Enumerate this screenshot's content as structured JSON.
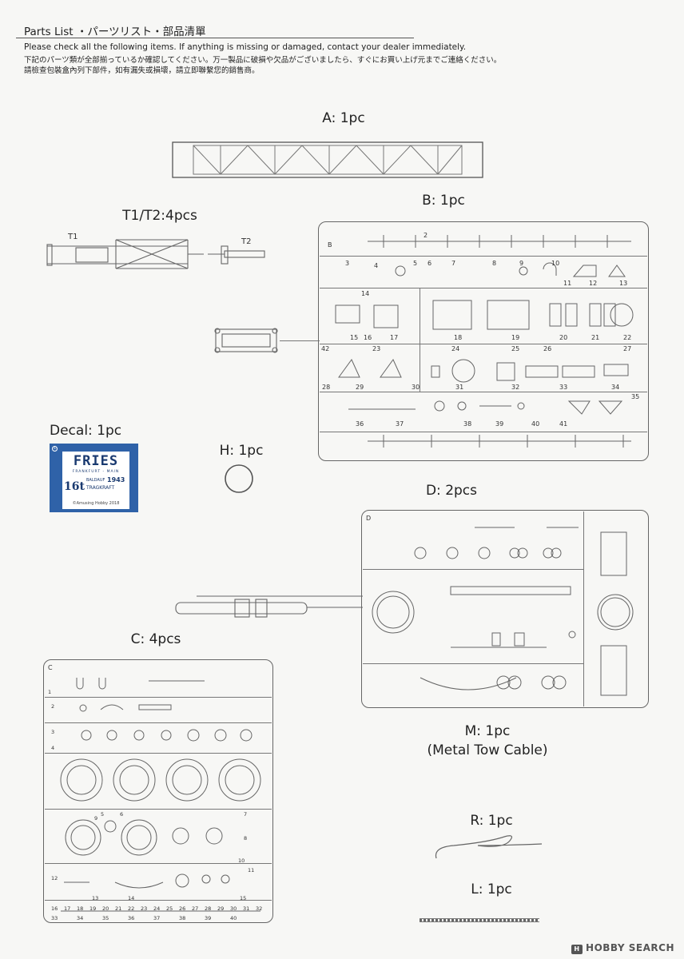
{
  "header": {
    "title": "Parts List ・パーツリスト・部品清單",
    "line_en": "Please check all the following items. If anything is missing or damaged, contact your dealer immediately.",
    "line_jp": "下記のパーツ類が全部揃っているか確認してください。万一製品に破損や欠品がございましたら、すぐにお買い上げ元までご連絡ください。",
    "line_cn": "請檢查包裝盒內列下部件，如有漏失或損壞，請立即聯繫您的銷售商。"
  },
  "parts": {
    "a": "A: 1pc",
    "b": "B: 1pc",
    "t": "T1/T2:4pcs",
    "t1": "T1",
    "t2": "T2",
    "decal": "Decal: 1pc",
    "h": "H: 1pc",
    "d": "D: 2pcs",
    "c": "C: 4pcs",
    "m": "M: 1pc",
    "m_note": "(Metal Tow Cable)",
    "r": "R: 1pc",
    "l": "L: 1pc"
  },
  "decal_art": {
    "brand": "FRIES",
    "city": "FRANKFURT - MAIN",
    "tonnage": "16t",
    "maker": "BALDAUF",
    "year": "1943",
    "capacity": "TRAGKRAFT",
    "credit": "©Amusing Hobby 2018",
    "marker": "①",
    "colors": {
      "panel": "#2f62a8",
      "ink": "#1a3a70"
    }
  },
  "sprue_b_numbers": [
    "B",
    "2",
    "3",
    "4",
    "5",
    "6",
    "7",
    "8",
    "9",
    "10",
    "11",
    "12",
    "13",
    "14",
    "15",
    "16",
    "17",
    "18",
    "19",
    "20",
    "21",
    "22",
    "23",
    "24",
    "25",
    "26",
    "27",
    "28",
    "29",
    "30",
    "31",
    "32",
    "33",
    "34",
    "35",
    "36",
    "37",
    "38",
    "39",
    "40",
    "41",
    "42"
  ],
  "sprue_c_numbers": [
    "C",
    "1",
    "2",
    "3",
    "4",
    "5",
    "6",
    "7",
    "8",
    "9",
    "10",
    "11",
    "12",
    "13",
    "14",
    "15",
    "16",
    "17",
    "18",
    "19",
    "20",
    "21",
    "22",
    "23",
    "24",
    "25",
    "26",
    "27",
    "28",
    "29",
    "30",
    "31",
    "32",
    "33",
    "34",
    "35",
    "36",
    "37",
    "38",
    "39",
    "40"
  ],
  "sprue_d_label": "D",
  "watermark": {
    "icon": "H",
    "text": "HOBBY SEARCH"
  }
}
